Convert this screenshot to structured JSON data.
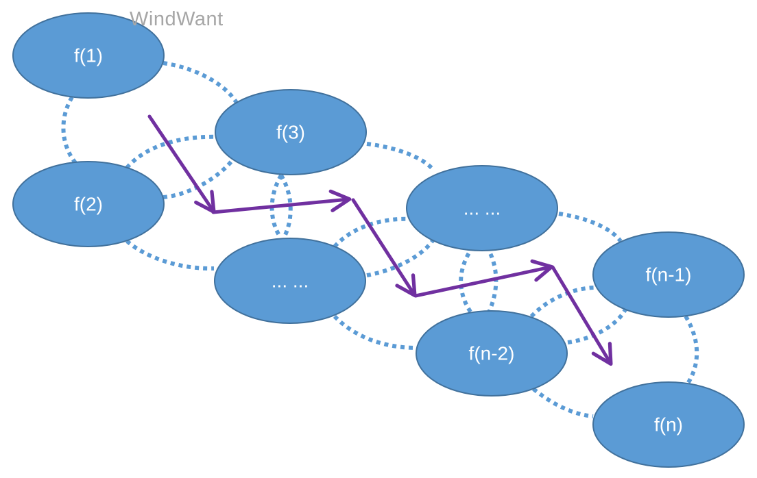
{
  "watermark": "WindWant",
  "nodes": [
    {
      "id": "f1",
      "label": "f(1)"
    },
    {
      "id": "f2",
      "label": "f(2)"
    },
    {
      "id": "f3",
      "label": "f(3)"
    },
    {
      "id": "mid_low",
      "label": "... ..."
    },
    {
      "id": "mid_high",
      "label": "... ..."
    },
    {
      "id": "fn2",
      "label": "f(n-2)"
    },
    {
      "id": "fn1",
      "label": "f(n-1)"
    },
    {
      "id": "fn",
      "label": "f(n)"
    }
  ],
  "colors": {
    "node_fill": "#5b9bd5",
    "node_stroke": "#41719c",
    "dotted_link": "#5b9bd5",
    "path_arrow": "#7030a0",
    "watermark": "#a6a6a6"
  }
}
